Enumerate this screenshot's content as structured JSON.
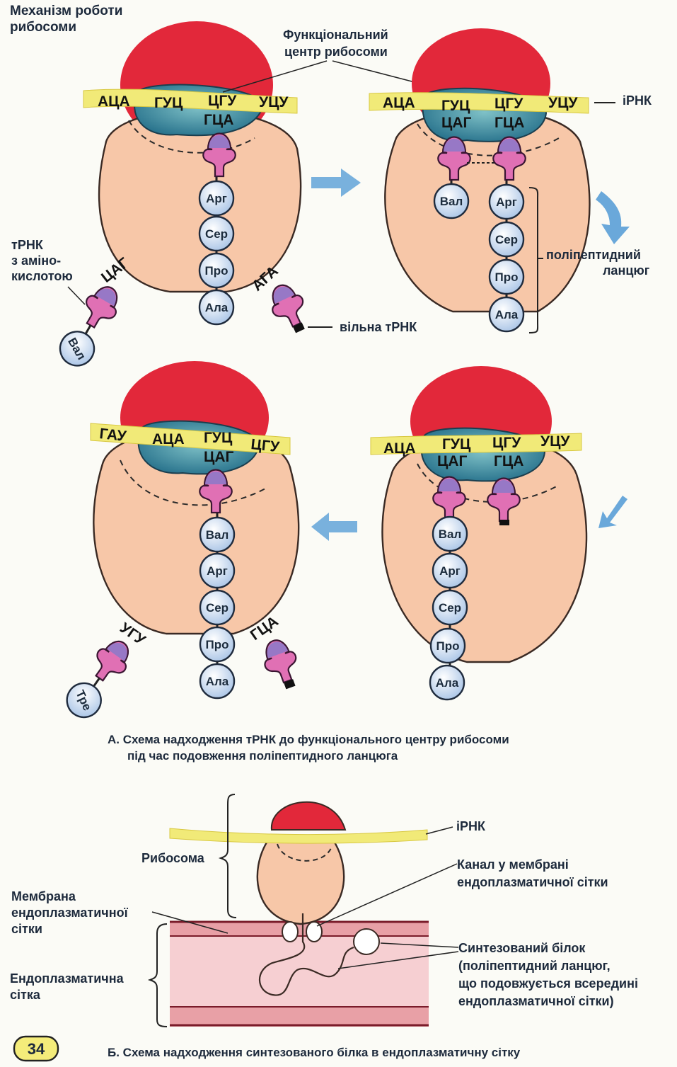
{
  "title": "Механізм роботи рибосоми",
  "labels": {
    "functional_center": "Функціональний центр рибосоми",
    "irna": "іРНК",
    "trna_with_aa": "тРНК з аміно-кислотою",
    "free_trna": "вільна тРНК",
    "polypeptide_chain": "поліпептидний ланцюг"
  },
  "panel_top_left": {
    "mrna_codons": [
      "АЦА",
      "ГУЦ",
      "ЦГУ",
      "УЦУ"
    ],
    "anticodon_bound": "ГЦА",
    "chain": [
      "Арг",
      "Сер",
      "Про",
      "Ала"
    ],
    "incoming_trna": {
      "anticodon": "ЦАГ",
      "amino_acid": "Вал"
    },
    "leaving_trna_anticodon": "АГА"
  },
  "panel_top_right": {
    "mrna_codons": [
      "АЦА",
      "ГУЦ",
      "ЦГУ",
      "УЦУ"
    ],
    "anticodons": [
      "ЦАГ",
      "ГЦА"
    ],
    "single_aa": "Вал",
    "chain": [
      "Арг",
      "Сер",
      "Про",
      "Ала"
    ]
  },
  "panel_bottom_left": {
    "mrna_codons": [
      "ГАУ",
      "АЦА",
      "ГУЦ",
      "ЦГУ"
    ],
    "anticodon_bound": "ЦАГ",
    "chain": [
      "Вал",
      "Арг",
      "Сер",
      "Про",
      "Ала"
    ],
    "incoming_trna": {
      "anticodon": "УГУ",
      "amino_acid": "Тре"
    },
    "leaving_trna_anticodon": "ГЦА"
  },
  "panel_bottom_right": {
    "mrna_codons": [
      "АЦА",
      "ГУЦ",
      "ЦГУ",
      "УЦУ"
    ],
    "anticodons": [
      "ЦАГ",
      "ГЦА"
    ],
    "chain": [
      "Вал",
      "Арг",
      "Сер",
      "Про",
      "Ала"
    ]
  },
  "caption_a_line1": "А. Схема надходження тРНК до функціонального центру рибосоми",
  "caption_a_line2": "під час подовження поліпептидного ланцюга",
  "part_b": {
    "irna": "іРНК",
    "ribosome": "Рибосома",
    "channel_line1": "Канал у мембрані",
    "channel_line2": "ендоплазматичної сітки",
    "membrane_line1": "Мембрана",
    "membrane_line2": "ендоплазматичної",
    "membrane_line3": "сітки",
    "er_line1": "Ендоплазматична",
    "er_line2": "сітка",
    "protein_line1": "Синтезований білок",
    "protein_line2": "(поліпептидний ланцюг,",
    "protein_line3": "що подовжується всередині",
    "protein_line4": "ендоплазматичної сітки)"
  },
  "caption_b": "Б. Схема надходження синтезованого білка в ендоплазматичну сітку",
  "page_number": "34",
  "colors": {
    "ribosome_body": "#f7c7a8",
    "ribosome_cap": "#e2283a",
    "center": "#2f7f94",
    "mrna": "#f1ea78",
    "trna": "#e070b4",
    "aa_fill": "#e6eef8",
    "arrow": "#6aa8da",
    "er": "#e8a0a6"
  }
}
